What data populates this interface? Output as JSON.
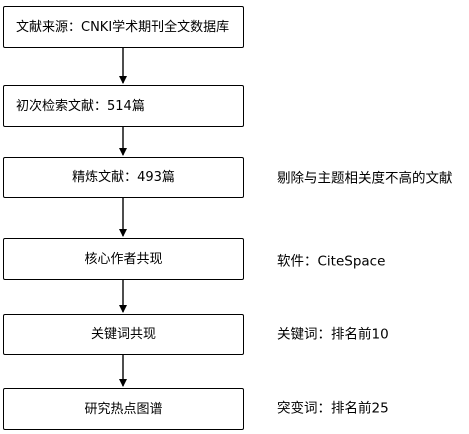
{
  "flow": {
    "steps": [
      "文献来源：CNKI学术期刊全文数据库",
      "初次检索文献：514篇",
      "精炼文献：493篇",
      "核心作者共现",
      "关键词共现",
      "研究热点图谱"
    ],
    "notes": [
      "剔除与主题相关度不高的文献",
      "软件：CiteSpace",
      "关键词：排名前10",
      "突变词：排名前25"
    ]
  },
  "colors": {
    "stroke": "#000000",
    "background": "#ffffff"
  }
}
